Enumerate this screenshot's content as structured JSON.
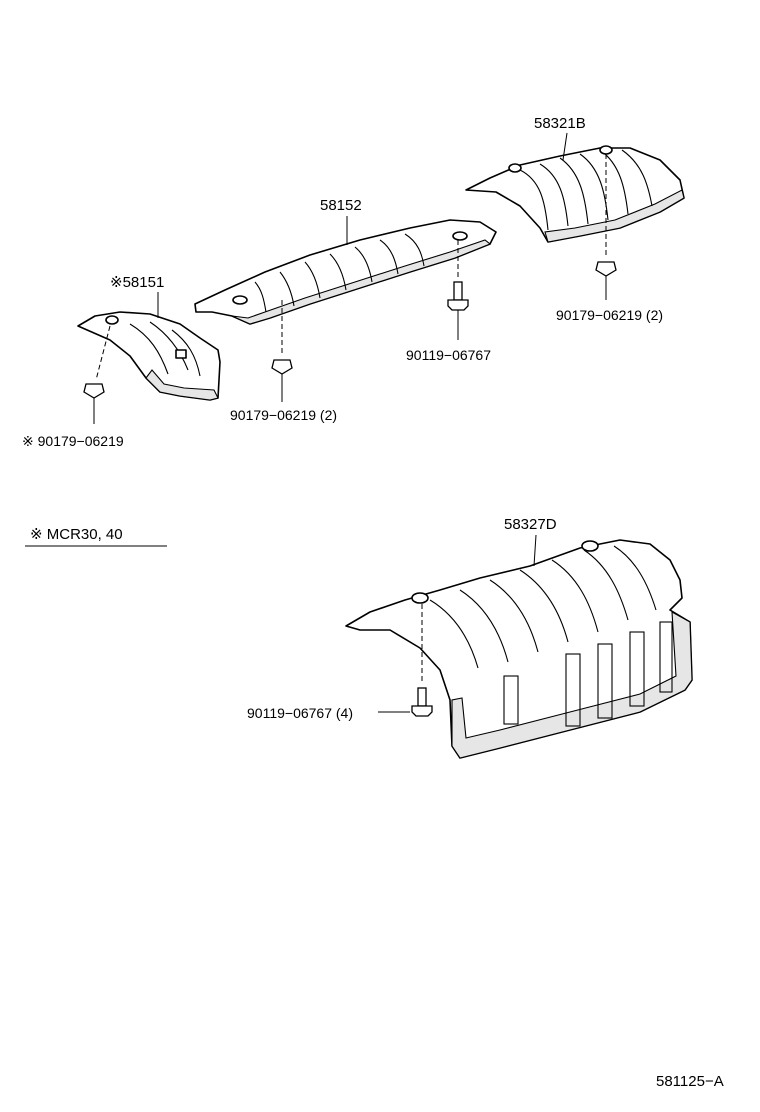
{
  "parts": {
    "p58321b": "58321B",
    "p58152": "58152",
    "p58151": "※58151",
    "p58327d": "58327D"
  },
  "fasteners": {
    "nut_right": "90179−06219 (2)",
    "bolt_center": "90119−06767",
    "nut_mid": "90179−06219 (2)",
    "nut_left": "※ 90179−06219",
    "bolt_large": "90119−06767 (4)"
  },
  "note": "※  MCR30, 40",
  "footer_code": "581125−A"
}
